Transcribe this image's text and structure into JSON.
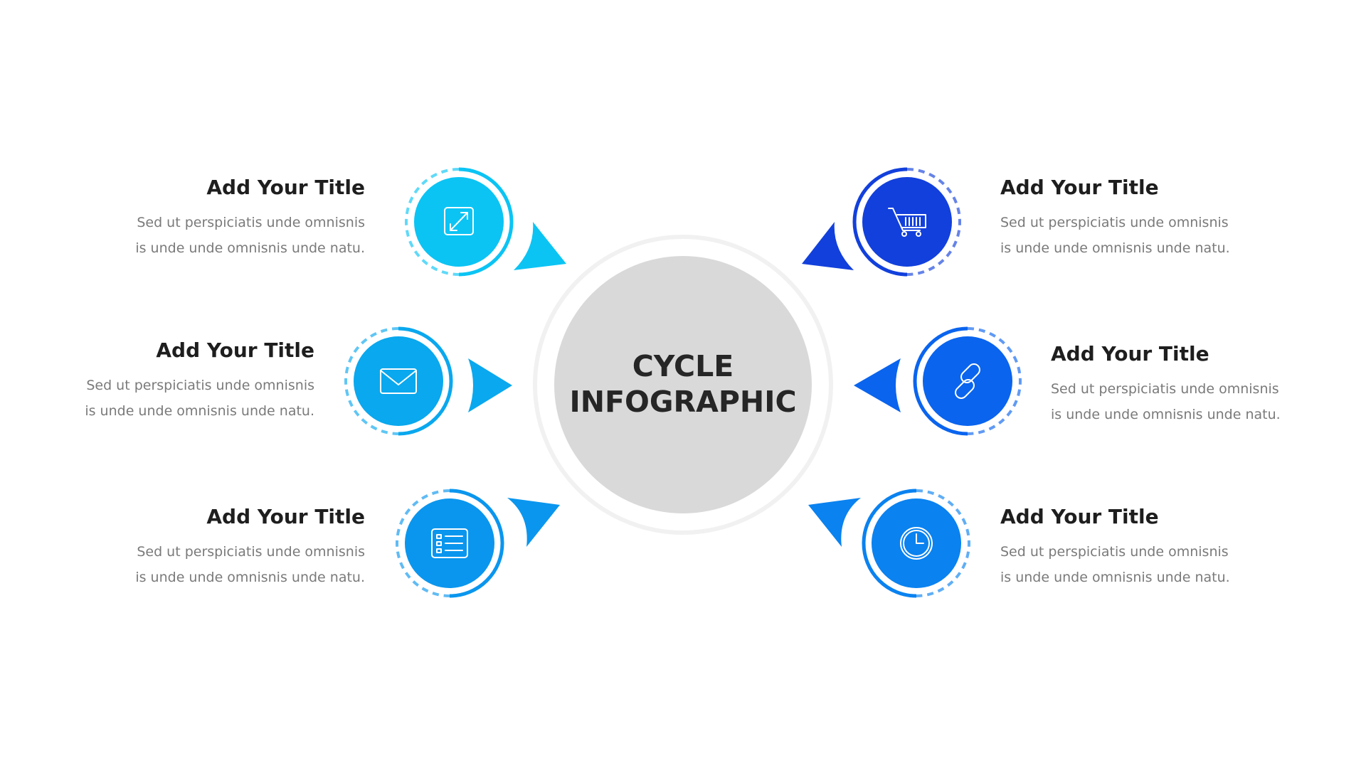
{
  "center": {
    "line1": "CYCLE",
    "line2": "INFOGRAPHIC"
  },
  "items": [
    {
      "title": "Add Your Title",
      "body1": "Sed ut perspiciatis unde omnisnis",
      "body2": "is unde unde omnisnis unde natu.",
      "icon": "expand-icon",
      "color": "#0bc4f4"
    },
    {
      "title": "Add Your Title",
      "body1": "Sed ut perspiciatis unde omnisnis",
      "body2": "is unde unde omnisnis unde natu.",
      "icon": "mail-icon",
      "color": "#0aa8ee"
    },
    {
      "title": "Add Your Title",
      "body1": "Sed ut perspiciatis unde omnisnis",
      "body2": "is unde unde omnisnis unde natu.",
      "icon": "list-icon",
      "color": "#0a96ee"
    },
    {
      "title": "Add Your Title",
      "body1": "Sed ut perspiciatis unde omnisnis",
      "body2": "is unde unde omnisnis unde natu.",
      "icon": "cart-icon",
      "color": "#1240dc"
    },
    {
      "title": "Add Your Title",
      "body1": "Sed ut perspiciatis unde omnisnis",
      "body2": "is unde unde omnisnis unde natu.",
      "icon": "link-icon",
      "color": "#0a64ee"
    },
    {
      "title": "Add Your Title",
      "body1": "Sed ut perspiciatis unde omnisnis",
      "body2": "is unde unde omnisnis unde natu.",
      "icon": "clock-icon",
      "color": "#0a82f0"
    }
  ]
}
